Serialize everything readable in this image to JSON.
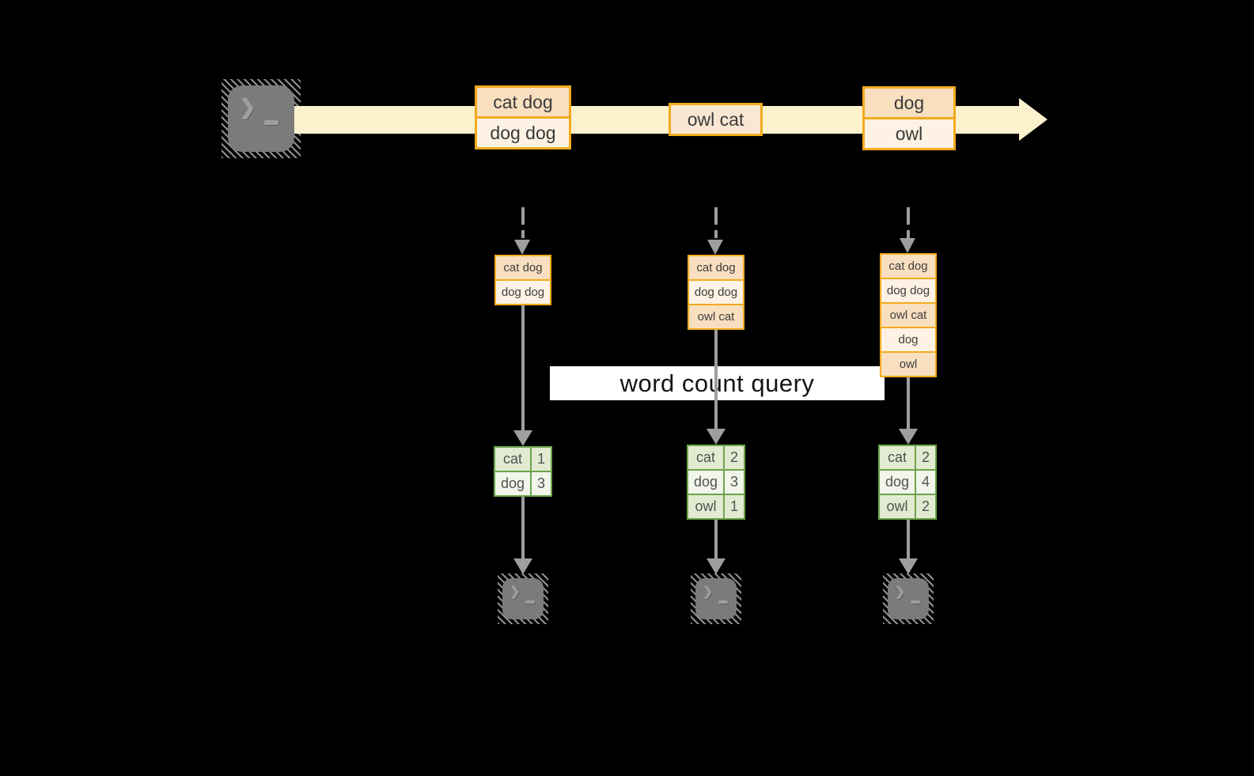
{
  "icons": {
    "prompt_glyph": "❯"
  },
  "palette": {
    "background": "#000000",
    "stream_band": "#fcf1cd",
    "record_border": "#f2ab1e",
    "record_fill_dark": "#f8dfbf",
    "record_fill_light": "#fdf2e3",
    "record_fill_mid": "#fae7d3",
    "table_border": "#6ca44a",
    "table_fill_dark": "#e2ebd2",
    "table_fill_light": "#f1f5ea",
    "arrow_gray": "#9e9e9e",
    "terminal_gray": "#7b7b7b",
    "query_label_bg": "#ffffff"
  },
  "query": {
    "label": "word count query"
  },
  "stream_records": [
    {
      "rows": [
        "cat dog",
        "dog dog"
      ]
    },
    {
      "rows": [
        "owl cat"
      ]
    },
    {
      "rows": [
        "dog",
        "owl"
      ]
    }
  ],
  "columns": [
    {
      "buffer": [
        "cat dog",
        "dog dog"
      ],
      "counts": [
        [
          "cat",
          "1"
        ],
        [
          "dog",
          "3"
        ]
      ]
    },
    {
      "buffer": [
        "cat dog",
        "dog dog",
        "owl cat"
      ],
      "counts": [
        [
          "cat",
          "2"
        ],
        [
          "dog",
          "3"
        ],
        [
          "owl",
          "1"
        ]
      ]
    },
    {
      "buffer": [
        "cat dog",
        "dog dog",
        "owl cat",
        "dog",
        "owl"
      ],
      "counts": [
        [
          "cat",
          "2"
        ],
        [
          "dog",
          "4"
        ],
        [
          "owl",
          "2"
        ]
      ]
    }
  ]
}
